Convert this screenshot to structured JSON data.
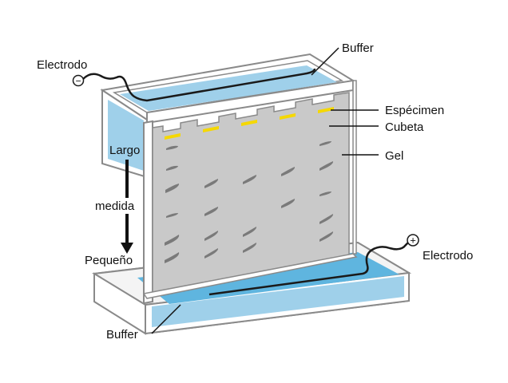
{
  "labels": {
    "electrode_top": "Electrodo",
    "electrode_bottom": "Electrodo",
    "buffer_top": "Buffer",
    "buffer_bottom": "Buffer",
    "specimen": "Espécimen",
    "well": "Cubeta",
    "gel": "Gel",
    "large": "Largo",
    "measure": "medida",
    "small": "Pequeño"
  },
  "symbols": {
    "negative": "−",
    "positive": "+"
  },
  "colors": {
    "buffer": "#9fd0ea",
    "buffer_dark": "#5fb5df",
    "gel": "#c9c9c9",
    "band": "#7a7a7a",
    "specimen": "#f5d800",
    "frame": "#ffffff",
    "outline": "#8a8a8a",
    "wire": "#1a1a1a"
  }
}
